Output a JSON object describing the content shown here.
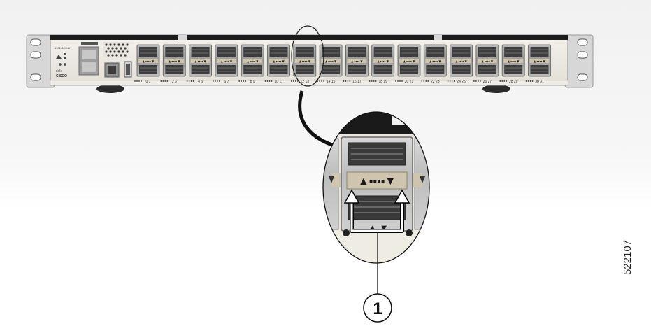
{
  "switch": {
    "model_label": "8101-32H-O",
    "brand": "CISCO",
    "brand_bars": "ılıılı",
    "port_pairs": [
      "0 1",
      "2 3",
      "4 5",
      "6 7",
      "8 9",
      "10 11",
      "12 13",
      "14 15",
      "16 17",
      "18 19",
      "20 21",
      "22 23",
      "24 25",
      "26 27",
      "28 29",
      "30 31"
    ],
    "port_symbol": "▲▪▪▪▪▼"
  },
  "callout": {
    "number": "1",
    "arrow_marks": "▲ ▼"
  },
  "figure_number": "522107"
}
